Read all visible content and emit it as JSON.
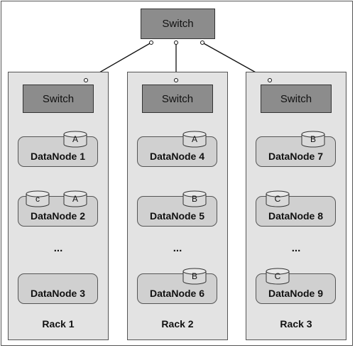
{
  "top_switch": {
    "label": "Switch"
  },
  "racks": [
    {
      "label": "Rack 1",
      "switch_label": "Switch",
      "ellipsis": "...",
      "nodes": [
        {
          "label": "DataNode 1",
          "blocks": [
            "A"
          ]
        },
        {
          "label": "DataNode 2",
          "blocks": [
            "c",
            "A"
          ]
        },
        {
          "label": "DataNode 3",
          "blocks": []
        }
      ]
    },
    {
      "label": "Rack 2",
      "switch_label": "Switch",
      "ellipsis": "...",
      "nodes": [
        {
          "label": "DataNode 4",
          "blocks": [
            "A"
          ]
        },
        {
          "label": "DataNode 5",
          "blocks": [
            "B"
          ]
        },
        {
          "label": "DataNode 6",
          "blocks": [
            "B"
          ]
        }
      ]
    },
    {
      "label": "Rack 3",
      "switch_label": "Switch",
      "ellipsis": "...",
      "nodes": [
        {
          "label": "DataNode 7",
          "blocks": [
            "B"
          ]
        },
        {
          "label": "DataNode 8",
          "blocks": [
            "C"
          ]
        },
        {
          "label": "DataNode 9",
          "blocks": [
            "C"
          ]
        }
      ]
    }
  ]
}
